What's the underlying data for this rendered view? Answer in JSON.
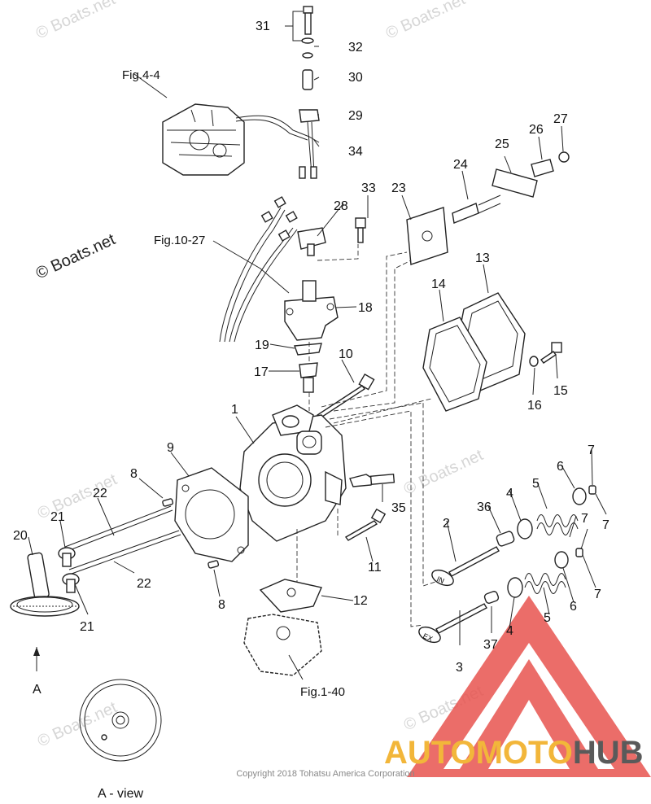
{
  "parts": {
    "p1": "1",
    "p2": "2",
    "p3": "3",
    "p4a": "4",
    "p4b": "4",
    "p5a": "5",
    "p5b": "5",
    "p6a": "6",
    "p6b": "6",
    "p7a": "7",
    "p7b": "7",
    "p7c": "7",
    "p7d": "7",
    "p8a": "8",
    "p8b": "8",
    "p9": "9",
    "p10": "10",
    "p11": "11",
    "p12": "12",
    "p13": "13",
    "p14": "14",
    "p15": "15",
    "p16": "16",
    "p17": "17",
    "p18": "18",
    "p19": "19",
    "p20": "20",
    "p21a": "21",
    "p21b": "21",
    "p22a": "22",
    "p22b": "22",
    "p23": "23",
    "p24": "24",
    "p25": "25",
    "p26": "26",
    "p27": "27",
    "p28": "28",
    "p29": "29",
    "p30": "30",
    "p31": "31",
    "p32": "32",
    "p33": "33",
    "p34": "34",
    "p35": "35",
    "p36": "36",
    "p37": "37"
  },
  "fig_refs": {
    "fig_4_4": "Fig.4-4",
    "fig_10_27": "Fig.10-27",
    "fig_1_40": "Fig.1-40"
  },
  "view_labels": {
    "a_arrow": "A",
    "a_view": "A - view"
  },
  "valve_marks": {
    "intake": "IN",
    "exhaust": "EX"
  },
  "watermark": {
    "main": "© Boats.net",
    "repeat": "© Boats.net"
  },
  "copyright": "Copyright 2018 Tohatsu America Corporation",
  "brand": {
    "part1": "AUTOMOTO",
    "part2": "HUB"
  },
  "colors": {
    "logo_red": "#e8534f",
    "logo_yellow": "#f2b63a",
    "logo_gray": "#5a5a5a",
    "line": "#222222"
  }
}
